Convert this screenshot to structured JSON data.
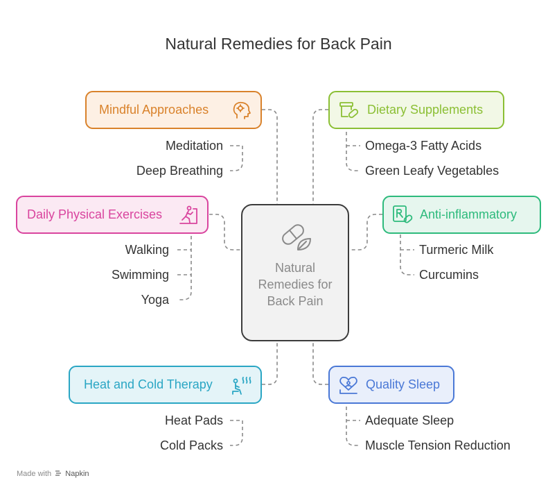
{
  "title": "Natural Remedies for Back Pain",
  "center": {
    "label": "Natural Remedies for Back Pain",
    "icon": "pill-leaf-icon"
  },
  "categories": [
    {
      "label": "Mindful Approaches",
      "icon": "head-mind-icon",
      "color": "#d9822b",
      "bg": "#fdf0e4",
      "items": [
        "Meditation",
        "Deep Breathing"
      ]
    },
    {
      "label": "Dietary Supplements",
      "icon": "supplement-bottle-icon",
      "color": "#8bbf34",
      "bg": "#f2f8e6",
      "items": [
        "Omega-3 Fatty Acids",
        "Green Leafy Vegetables"
      ]
    },
    {
      "label": "Daily Physical Exercises",
      "icon": "exercise-person-icon",
      "color": "#d9449e",
      "bg": "#fbe9f3",
      "items": [
        "Walking",
        "Swimming",
        "Yoga"
      ]
    },
    {
      "label": "Anti-inflammatory",
      "icon": "prescription-icon",
      "color": "#2dba7c",
      "bg": "#e6f6ee",
      "items": [
        "Turmeric Milk",
        "Curcumins"
      ]
    },
    {
      "label": "Heat and Cold Therapy",
      "icon": "heat-therapy-icon",
      "color": "#2aa6c4",
      "bg": "#e4f4f8",
      "items": [
        "Heat Pads",
        "Cold Packs"
      ]
    },
    {
      "label": "Quality Sleep",
      "icon": "sleep-heart-icon",
      "color": "#4a78d6",
      "bg": "#e9effb",
      "items": [
        "Adequate Sleep",
        "Muscle Tension Reduction"
      ]
    }
  ],
  "footer": {
    "made_with": "Made with",
    "brand": "Napkin"
  }
}
